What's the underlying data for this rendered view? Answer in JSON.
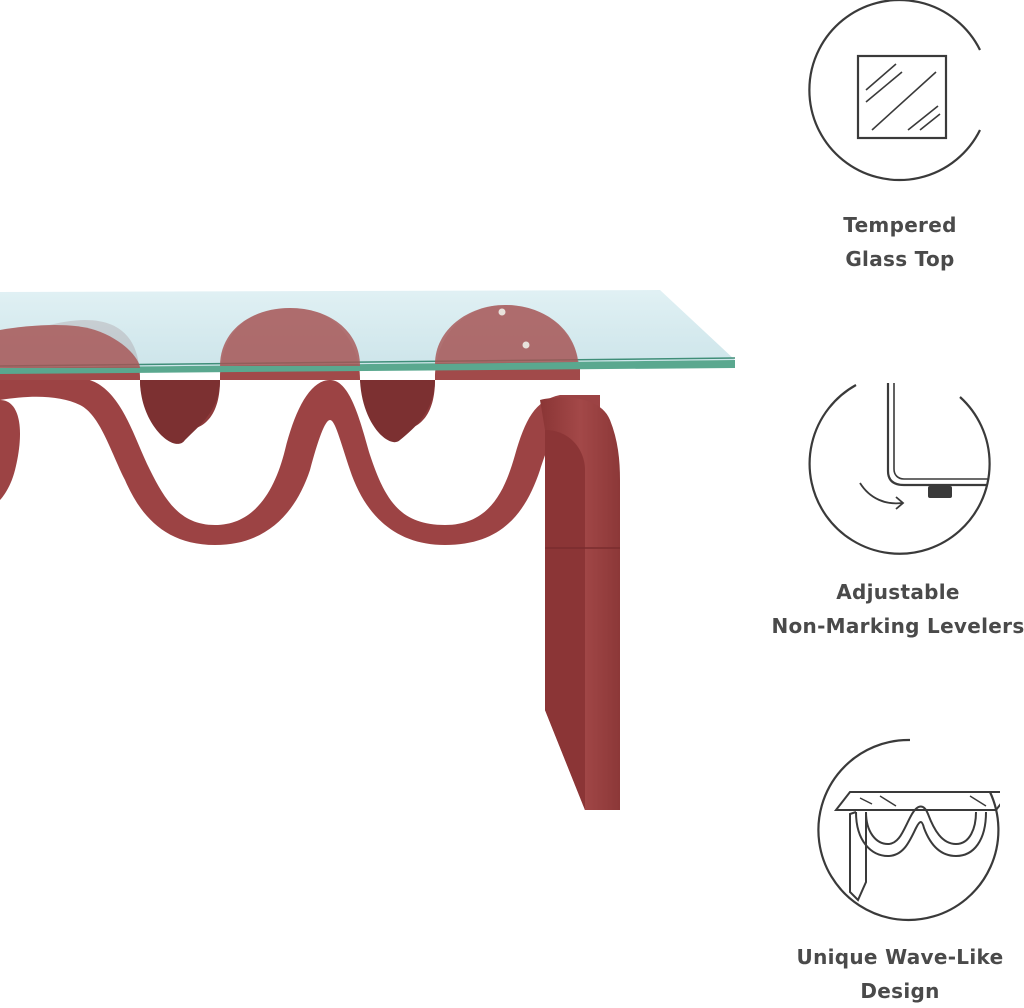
{
  "product": {
    "image": "glass-top-wave-console-table",
    "colors": {
      "base": "#a04545",
      "base_shadow": "#7a2f30",
      "glass": "#cfe6ec",
      "glass_edge": "#5fae9a"
    }
  },
  "features": [
    {
      "icon": "glass-corner-icon",
      "label_line1": "Tempered",
      "label_line2": "Glass Top"
    },
    {
      "icon": "leveler-icon",
      "label_line1": "Adjustable",
      "label_line2": "Non-Marking Levelers"
    },
    {
      "icon": "wave-base-icon",
      "label_line1": "Unique Wave-Like",
      "label_line2": "Design"
    }
  ],
  "colors": {
    "icon_stroke": "#3a3a3a",
    "label_text": "#4a4a4a"
  }
}
